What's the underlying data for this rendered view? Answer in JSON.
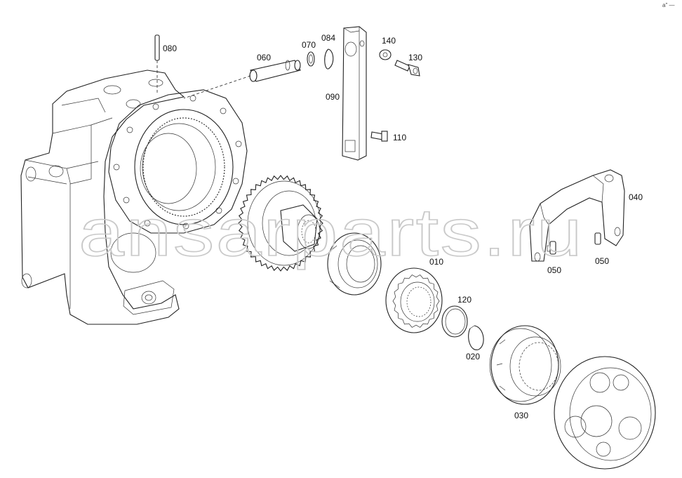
{
  "diagram": {
    "callouts": [
      "080",
      "060",
      "070",
      "084",
      "140",
      "130",
      "090",
      "110",
      "040",
      "050",
      "050",
      "010",
      "120",
      "020",
      "030"
    ],
    "watermark": "ansarparts.ru",
    "corner_mark": "a\" —"
  },
  "colors": {
    "line": "#222222",
    "watermark": "#c9c9c9",
    "background": "#ffffff"
  }
}
